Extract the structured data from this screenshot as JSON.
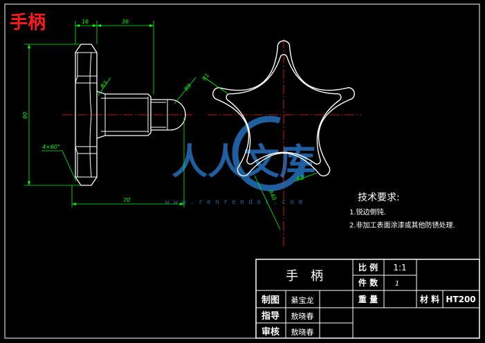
{
  "page": {
    "title": "手柄"
  },
  "colors": {
    "background": "#000000",
    "outline": "#ffffff",
    "centerline": "#ff2020",
    "dimension": "#00ff00",
    "title_red": "#ff1a1a",
    "watermark": "#2a7fd6"
  },
  "dimensions": {
    "width_16": "16",
    "length_36": "36",
    "height_90": "90",
    "length_70": "70",
    "r3": "R3",
    "r9": "R9",
    "r1": "R1",
    "r2": "R2",
    "r40": "R40",
    "chamfer": "4×60°"
  },
  "requirements": {
    "heading": "技术要求:",
    "item1": "1.锐边倒钝.",
    "item2": "2.非加工表面涂漆或其他防锈处理."
  },
  "title_block": {
    "part_name": "手　柄",
    "scale_label": "比 例",
    "scale_value": "1:1",
    "qty_label": "件 数",
    "qty_value": "1",
    "weight_label": "重 量",
    "material_label": "材 料",
    "material_value": "HT200",
    "drawn_label": "制图",
    "drawn_name": "綦宝龙",
    "guide_label": "指导",
    "guide_name": "敖晓春",
    "review_label": "审核",
    "review_name": "敖晓春"
  },
  "watermark": {
    "text": "人人文库",
    "url": "w w w . r e n r e n d o c . c o m"
  }
}
